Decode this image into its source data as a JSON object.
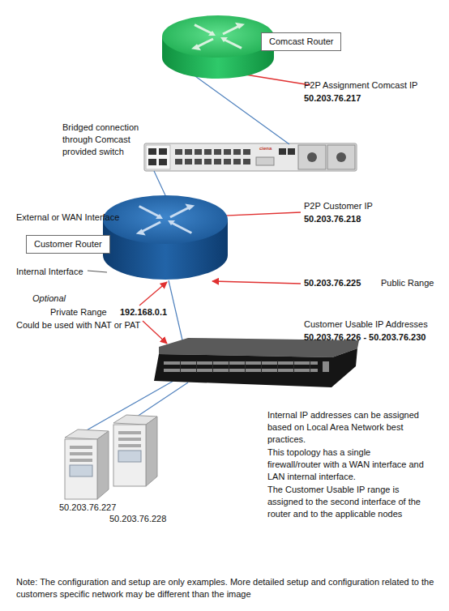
{
  "diagram": {
    "nodes": [
      {
        "text": [
          "Comcast Router"
        ]
      },
      {
        "text": [
          "Customer Router"
        ]
      }
    ],
    "edges": [
      {
        "from": 0,
        "to": 1,
        "arrow": "none"
      }
    ],
    "labels": [
      "P2P Assignment Comcast IP",
      "50.203.76.217",
      "Bridged connection through Comcast provided switch",
      "ciena",
      "P2P Customer IP",
      "50.203.76.218",
      "External or WAN Interface",
      "Internal Interface",
      "50.203.76.225",
      "Public Range",
      "Optional",
      "Private Range",
      "192.168.0.1",
      "Could be used with NAT or PAT",
      "Customer Usable IP Addresses",
      "50.203.76.226 - 50.203.76.230",
      "Internal IP addresses can be assigned based on Local Area Network best practices.",
      "This topology has a single firewall/router with a WAN interface and LAN internal interface.",
      "The Customer Usable IP range is assigned to the second interface of the router and to the applicable nodes",
      "50.203.76.227",
      "50.203.76.228",
      "Note: The configuration and setup are only examples. More detailed setup and configuration related to the customers specific network may be different than the image"
    ]
  }
}
